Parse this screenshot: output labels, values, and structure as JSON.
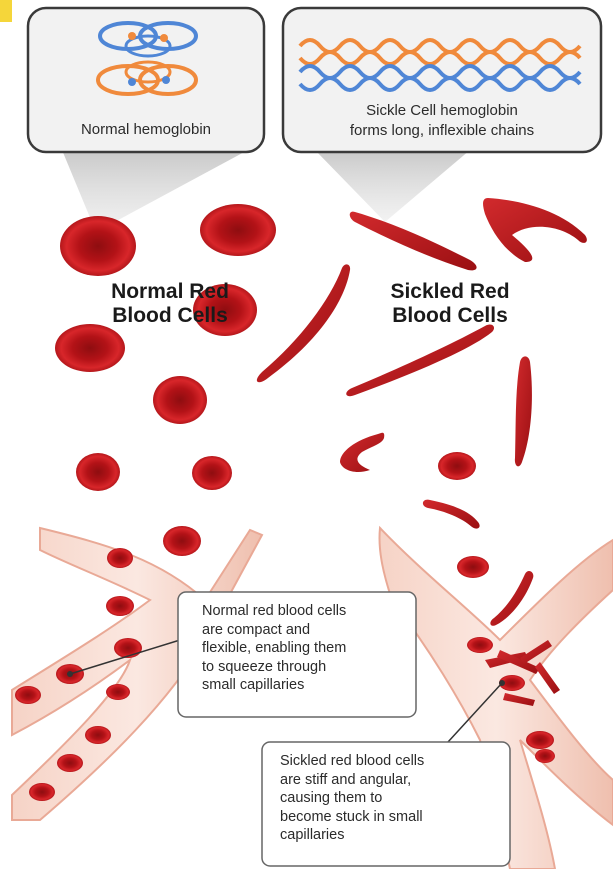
{
  "callouts": {
    "normal_hemoglobin": "Normal hemoglobin",
    "sickle_hemoglobin_line1": "Sickle Cell hemoglobin",
    "sickle_hemoglobin_line2": "forms long, inflexible chains"
  },
  "headings": {
    "normal_line1": "Normal Red",
    "normal_line2": "Blood Cells",
    "sickled_line1": "Sickled Red",
    "sickled_line2": "Blood Cells"
  },
  "boxes": {
    "normal": [
      "Normal red blood cells",
      "are compact and",
      "flexible, enabling them",
      "to squeeze through",
      "small capillaries"
    ],
    "sickled": [
      "Sickled red blood cells",
      "are stiff and angular,",
      "causing them to",
      "become stuck in small",
      "capillaries"
    ]
  },
  "colors": {
    "cell_red": "#c8161b",
    "cell_dark": "#8e0d10",
    "vessel_pink": "#f3c7b8",
    "hemoglobin_blue": "#4f86d6",
    "hemoglobin_orange": "#f08a3c",
    "callout_fill": "#f2f2f2",
    "cone_gray": "#bdbdbd"
  }
}
